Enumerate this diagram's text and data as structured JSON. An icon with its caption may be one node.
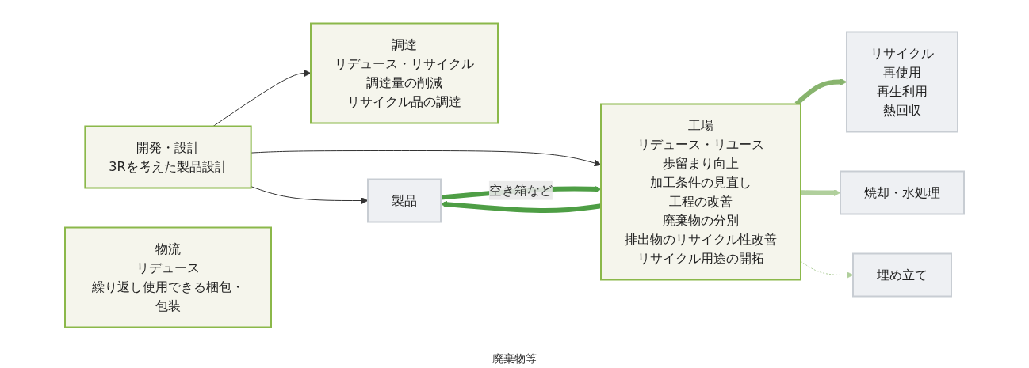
{
  "diagram": {
    "nodes": [
      {
        "text": [
          "開発・設計",
          "3Rを考えた製品設計"
        ]
      },
      {
        "text": [
          "調達",
          "リデュース・リサイクル",
          "調達量の削減",
          "リサイクル品の調達"
        ]
      },
      {
        "text": [
          "工場",
          "リデュース・リユース",
          "歩留まり向上",
          "加工条件の見直し",
          "工程の改善",
          "廃棄物の分別",
          "排出物のリサイクル性改善",
          "リサイクル用途の開拓"
        ]
      },
      {
        "text": [
          "物流",
          "リデュース",
          "繰り返し使用できる梱包・包装"
        ]
      },
      {
        "text": [
          "製品"
        ]
      },
      {
        "text": [
          "リサイクル",
          "再使用",
          "再生利用",
          "熱回収"
        ]
      },
      {
        "text": [
          "焼却・水処理"
        ]
      },
      {
        "text": [
          "埋め立て"
        ]
      }
    ],
    "edges": [
      {
        "from": 0,
        "to": 4,
        "arrow": "to"
      },
      {
        "from": 0,
        "to": 1,
        "arrow": "to"
      },
      {
        "from": 0,
        "to": 2,
        "arrow": "to"
      },
      {
        "from": 4,
        "to": 2,
        "arrow": "to",
        "label": "空き箱など",
        "style": "thick",
        "color": "#4e9e45"
      },
      {
        "from": 2,
        "to": 4,
        "arrow": "to",
        "style": "thick",
        "color": "#4e9e45"
      },
      {
        "from": 2,
        "to": 5,
        "arrow": "to",
        "style": "thick",
        "color": "#88b46e"
      },
      {
        "from": 2,
        "to": 6,
        "arrow": "to",
        "style": "thick",
        "color": "#b0cf9c"
      },
      {
        "from": 2,
        "to": 7,
        "arrow": "to",
        "style": "dashed",
        "color": "#b0cf9c"
      }
    ],
    "labels": [
      "廃棄物等"
    ]
  }
}
